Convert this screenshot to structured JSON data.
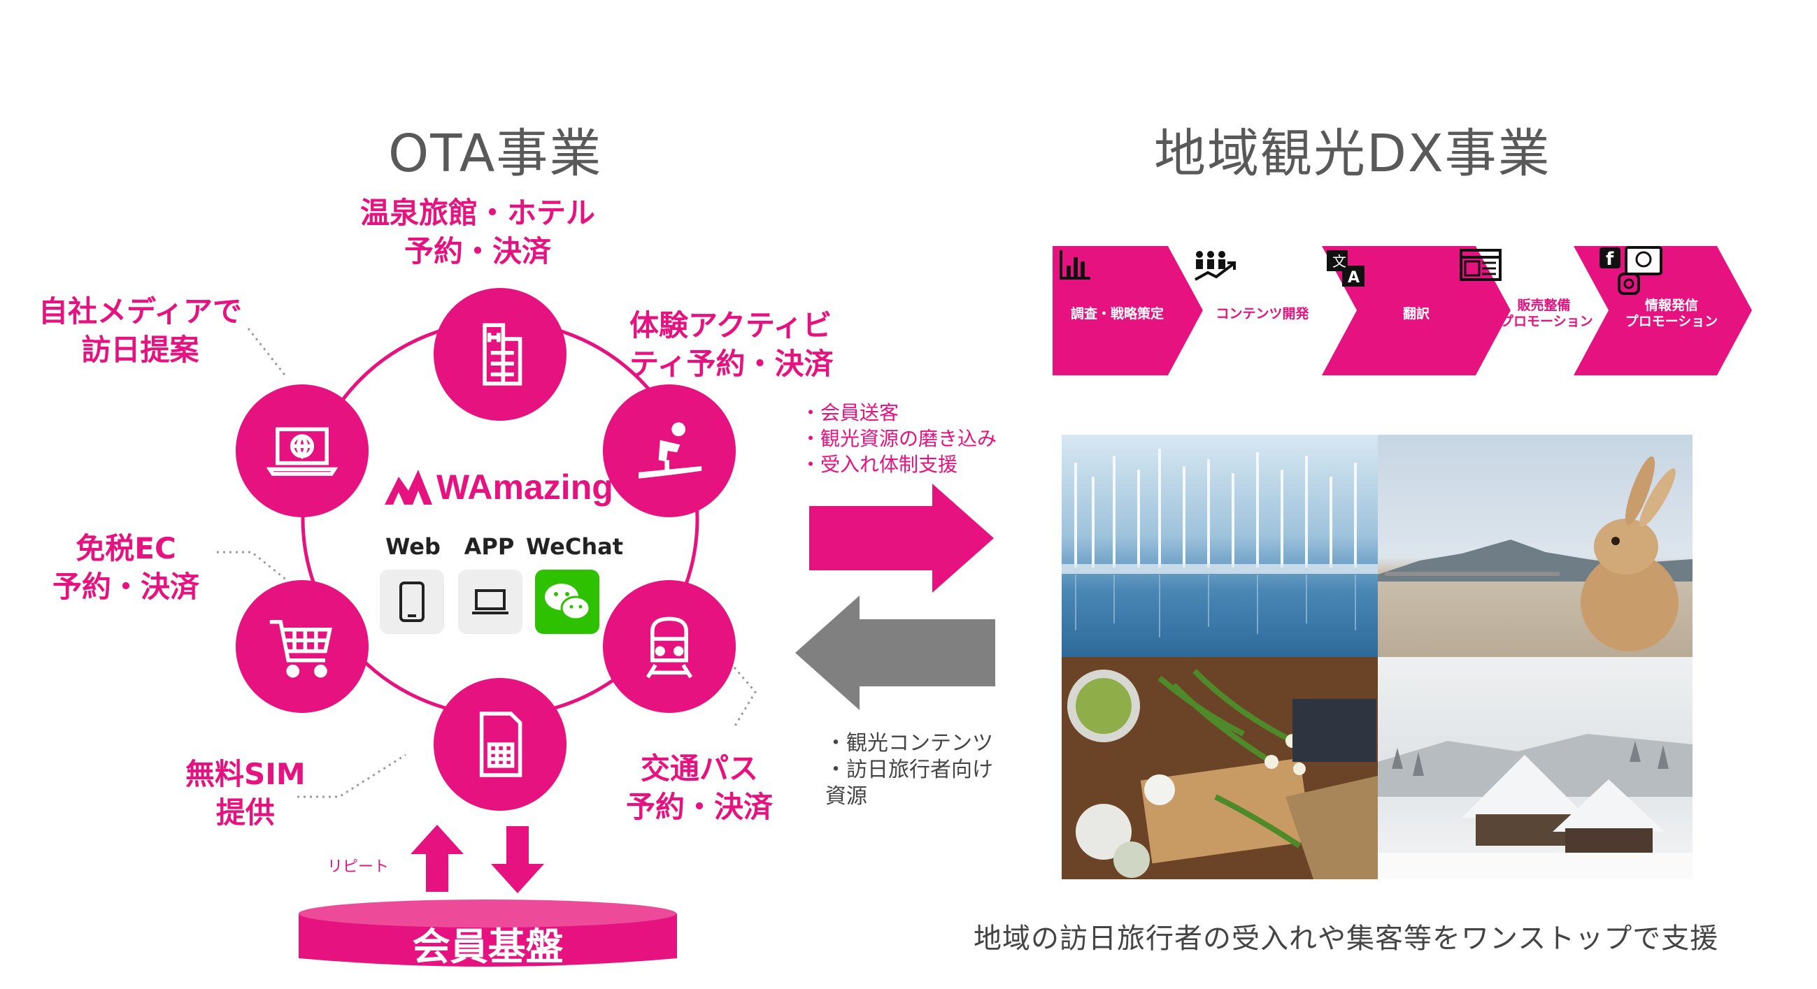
{
  "ota": {
    "title": "OTA事業",
    "logo": "WAmazing",
    "channels": [
      {
        "label": "Web",
        "icon": "smartphone-icon"
      },
      {
        "label": "APP",
        "icon": "laptop-icon"
      },
      {
        "label": "WeChat",
        "icon": "wechat-icon"
      }
    ],
    "services": {
      "hotel": [
        "温泉旅館・ホテル",
        "予約・決済"
      ],
      "activity": [
        "体験アクティビ",
        "ティ予約・決済"
      ],
      "transport": [
        "交通パス",
        "予約・決済"
      ],
      "sim": [
        "無料SIM",
        "提供"
      ],
      "ec": [
        "免税EC",
        "予約・決済"
      ],
      "media": [
        "自社メディアで",
        "訪日提案"
      ]
    },
    "repeat_label": "リピート",
    "member_base": "会員基盤"
  },
  "flow": {
    "to_dx": [
      "・会員送客",
      "・観光資源の磨き込み",
      "・受入れ体制支援"
    ],
    "from_dx": [
      "・観光コンテンツ",
      "・訪日旅行者向け",
      "資源"
    ]
  },
  "dx": {
    "title": "地域観光DX事業",
    "steps": [
      {
        "lines": [
          "調査・戦略策定"
        ],
        "icon": "bar-chart-icon",
        "bg": "#e5127f"
      },
      {
        "lines": [
          "コンテンツ開発"
        ],
        "icon": "team-growth-icon",
        "bg": "#ffffff"
      },
      {
        "lines": [
          "翻訳"
        ],
        "icon": "translate-icon",
        "bg": "#e5127f"
      },
      {
        "lines": [
          "販売整備",
          "プロモーション"
        ],
        "icon": "web-browser-icon",
        "bg": "#ffffff"
      },
      {
        "lines": [
          "情報発信",
          "プロモーション"
        ],
        "icon": "social-media-icon",
        "bg": "#e5127f"
      }
    ],
    "caption": "地域の訪日旅行者の受入れや集客等をワンストップで支援"
  },
  "colors": {
    "accent": "#e5127f",
    "gray_arrow": "#808080",
    "wechat": "#2dc100"
  }
}
